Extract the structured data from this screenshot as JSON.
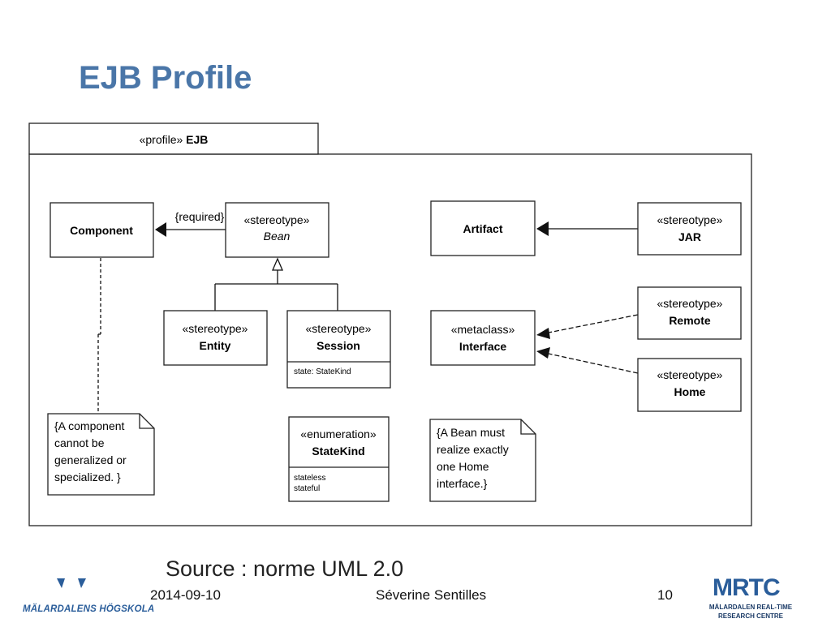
{
  "slide": {
    "title": "EJB Profile",
    "source": "Source : norme UML 2.0"
  },
  "footer": {
    "date": "2014-09-10",
    "author": "Séverine Sentilles",
    "page": "10"
  },
  "logos": {
    "left_text": "MÄLARDALENS HÖGSKOLA",
    "right_mark": "MRTC",
    "right_line1": "MÄLARDALEN REAL-TIME",
    "right_line2": "RESEARCH CENTRE"
  },
  "diagram": {
    "frame": {
      "keyword": "«profile»",
      "name": "EJB"
    },
    "classes": {
      "component": {
        "name": "Component"
      },
      "bean": {
        "stereotype": "«stereotype»",
        "name": "Bean"
      },
      "entity": {
        "stereotype": "«stereotype»",
        "name": "Entity"
      },
      "session": {
        "stereotype": "«stereotype»",
        "name": "Session",
        "attribute": "state: StateKind"
      },
      "statekind": {
        "stereotype": "«enumeration»",
        "name": "StateKind",
        "literal1": "stateless",
        "literal2": "stateful"
      },
      "artifact": {
        "name": "Artifact"
      },
      "jar": {
        "stereotype": "«stereotype»",
        "name": "JAR"
      },
      "interface": {
        "stereotype": "«metaclass»",
        "name": "Interface"
      },
      "remote": {
        "stereotype": "«stereotype»",
        "name": "Remote"
      },
      "home": {
        "stereotype": "«stereotype»",
        "name": "Home"
      }
    },
    "required_label": "{required}",
    "note_component": [
      "{A component",
      "cannot be",
      "generalized or",
      "specialized. }"
    ],
    "note_bean": [
      "{A Bean must",
      "realize exactly",
      "one  Home",
      "interface.}"
    ]
  }
}
